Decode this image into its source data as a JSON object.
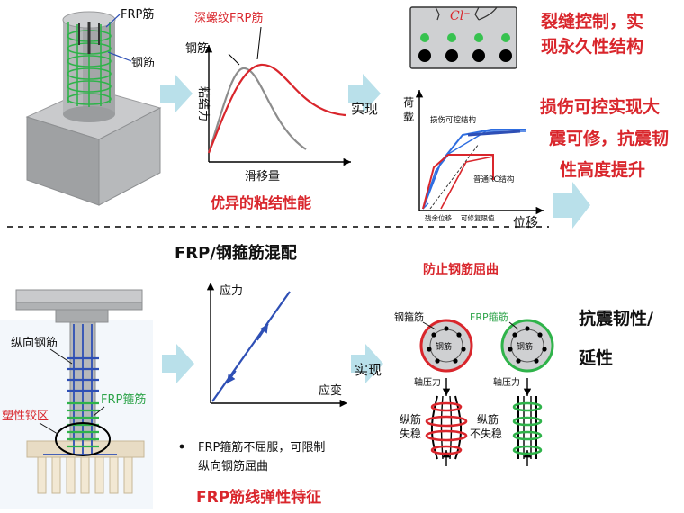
{
  "colors": {
    "red": "#d9262c",
    "green": "#2ea44a",
    "blue": "#2e4fb5",
    "gray": "#8a8a8a",
    "arrow": "#b9e0ea",
    "concrete": "#a9abad"
  },
  "top": {
    "column_labels": {
      "frp": "FRP筋",
      "steel": "钢筋"
    },
    "bond_chart": {
      "curve_frp_label": "深螺纹FRP筋",
      "curve_steel_label": "钢筋",
      "ylabel": "粘结力",
      "xlabel": "滑移量",
      "caption": "优异的粘结性能"
    },
    "realize_1": "实现",
    "section": {
      "ion": "Cl⁻"
    },
    "crack_text_line1": "裂缝控制，实",
    "crack_text_line2": "现永久性结构",
    "load_chart": {
      "ylabel_1": "荷",
      "ylabel_2": "载",
      "xlabel": "位移",
      "label_damage": "损伤可控结构",
      "label_rc": "普通RC结构",
      "tick_1": "残余位移",
      "tick_2": "可修复限值"
    },
    "damage_line1": "损伤可控实现大",
    "damage_line2": "震可修，抗震韧",
    "damage_line3": "性高度提升"
  },
  "bottom": {
    "section_title": "FRP/钢箍筋混配",
    "pier_labels": {
      "long_steel": "纵向钢筋",
      "frp_stirrup": "FRP箍筋",
      "plastic_zone": "塑性铰区"
    },
    "stress_chart": {
      "ylabel": "应力",
      "xlabel": "应变"
    },
    "bullet_line1": "FRP箍筋不屈服，可限制",
    "bullet_line2": "纵向钢筋屈曲",
    "caption": "FRP筋线弹性特征",
    "realize_2": "实现",
    "prevent_title": "防止钢筋屈曲",
    "buckle": {
      "steel_stirrup": "钢箍筋",
      "frp_stirrup": "FRP箍筋",
      "center_label": "钢筋",
      "axial_1": "轴压力",
      "axial_2": "轴压力",
      "fail_1a": "纵筋",
      "fail_1b": "失稳",
      "fail_2a": "纵筋",
      "fail_2b": "不失稳"
    },
    "result_line1": "抗震韧性/",
    "result_line2": "延性"
  }
}
